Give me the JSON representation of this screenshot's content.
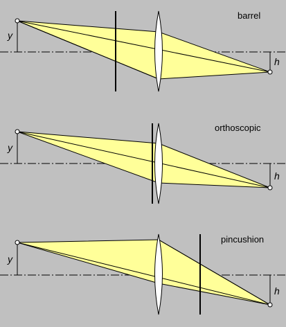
{
  "panels": [
    {
      "label": "barrel",
      "y_symbol": "y",
      "h_symbol": "h"
    },
    {
      "label": "orthoscopic",
      "y_symbol": "y",
      "h_symbol": "h"
    },
    {
      "label": "pincushion",
      "y_symbol": "y",
      "h_symbol": "h"
    }
  ],
  "colors": {
    "background": "#c0c0c0",
    "ray_fill": "#ffff99",
    "line": "#000000",
    "lens_fill": "#ffffff"
  }
}
